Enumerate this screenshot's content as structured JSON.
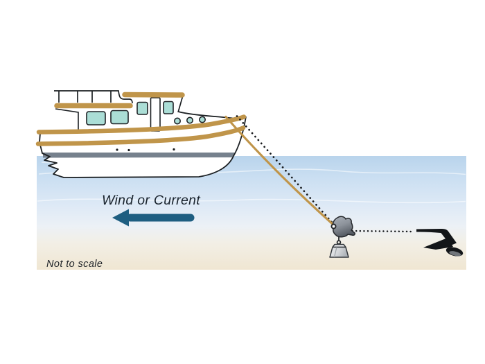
{
  "diagram": {
    "type": "boat-anchoring-kellet-illustration",
    "labels": {
      "wind_or_current": "Wind or Current",
      "not_to_scale": "Not to scale"
    },
    "colors": {
      "rope_and_rails": "#c0954a",
      "arrow": "#1e5e81",
      "water_top": "#b9d4ec",
      "water_mid": "#e9f0f7",
      "seabed": "#f0e6d2",
      "windows": "#abded6",
      "hull_stripe": "#76818d",
      "rode_dots": "#17191c",
      "anchor": "#131619",
      "label_text": "#1a242e",
      "kellet_gray": "#8d939b"
    },
    "elements": [
      "trawler-boat",
      "kellet-retrieval-rope",
      "anchor-rode-dotted-line",
      "kellet-slider",
      "kellet-weight",
      "plow-anchor",
      "wind-current-arrow"
    ]
  }
}
